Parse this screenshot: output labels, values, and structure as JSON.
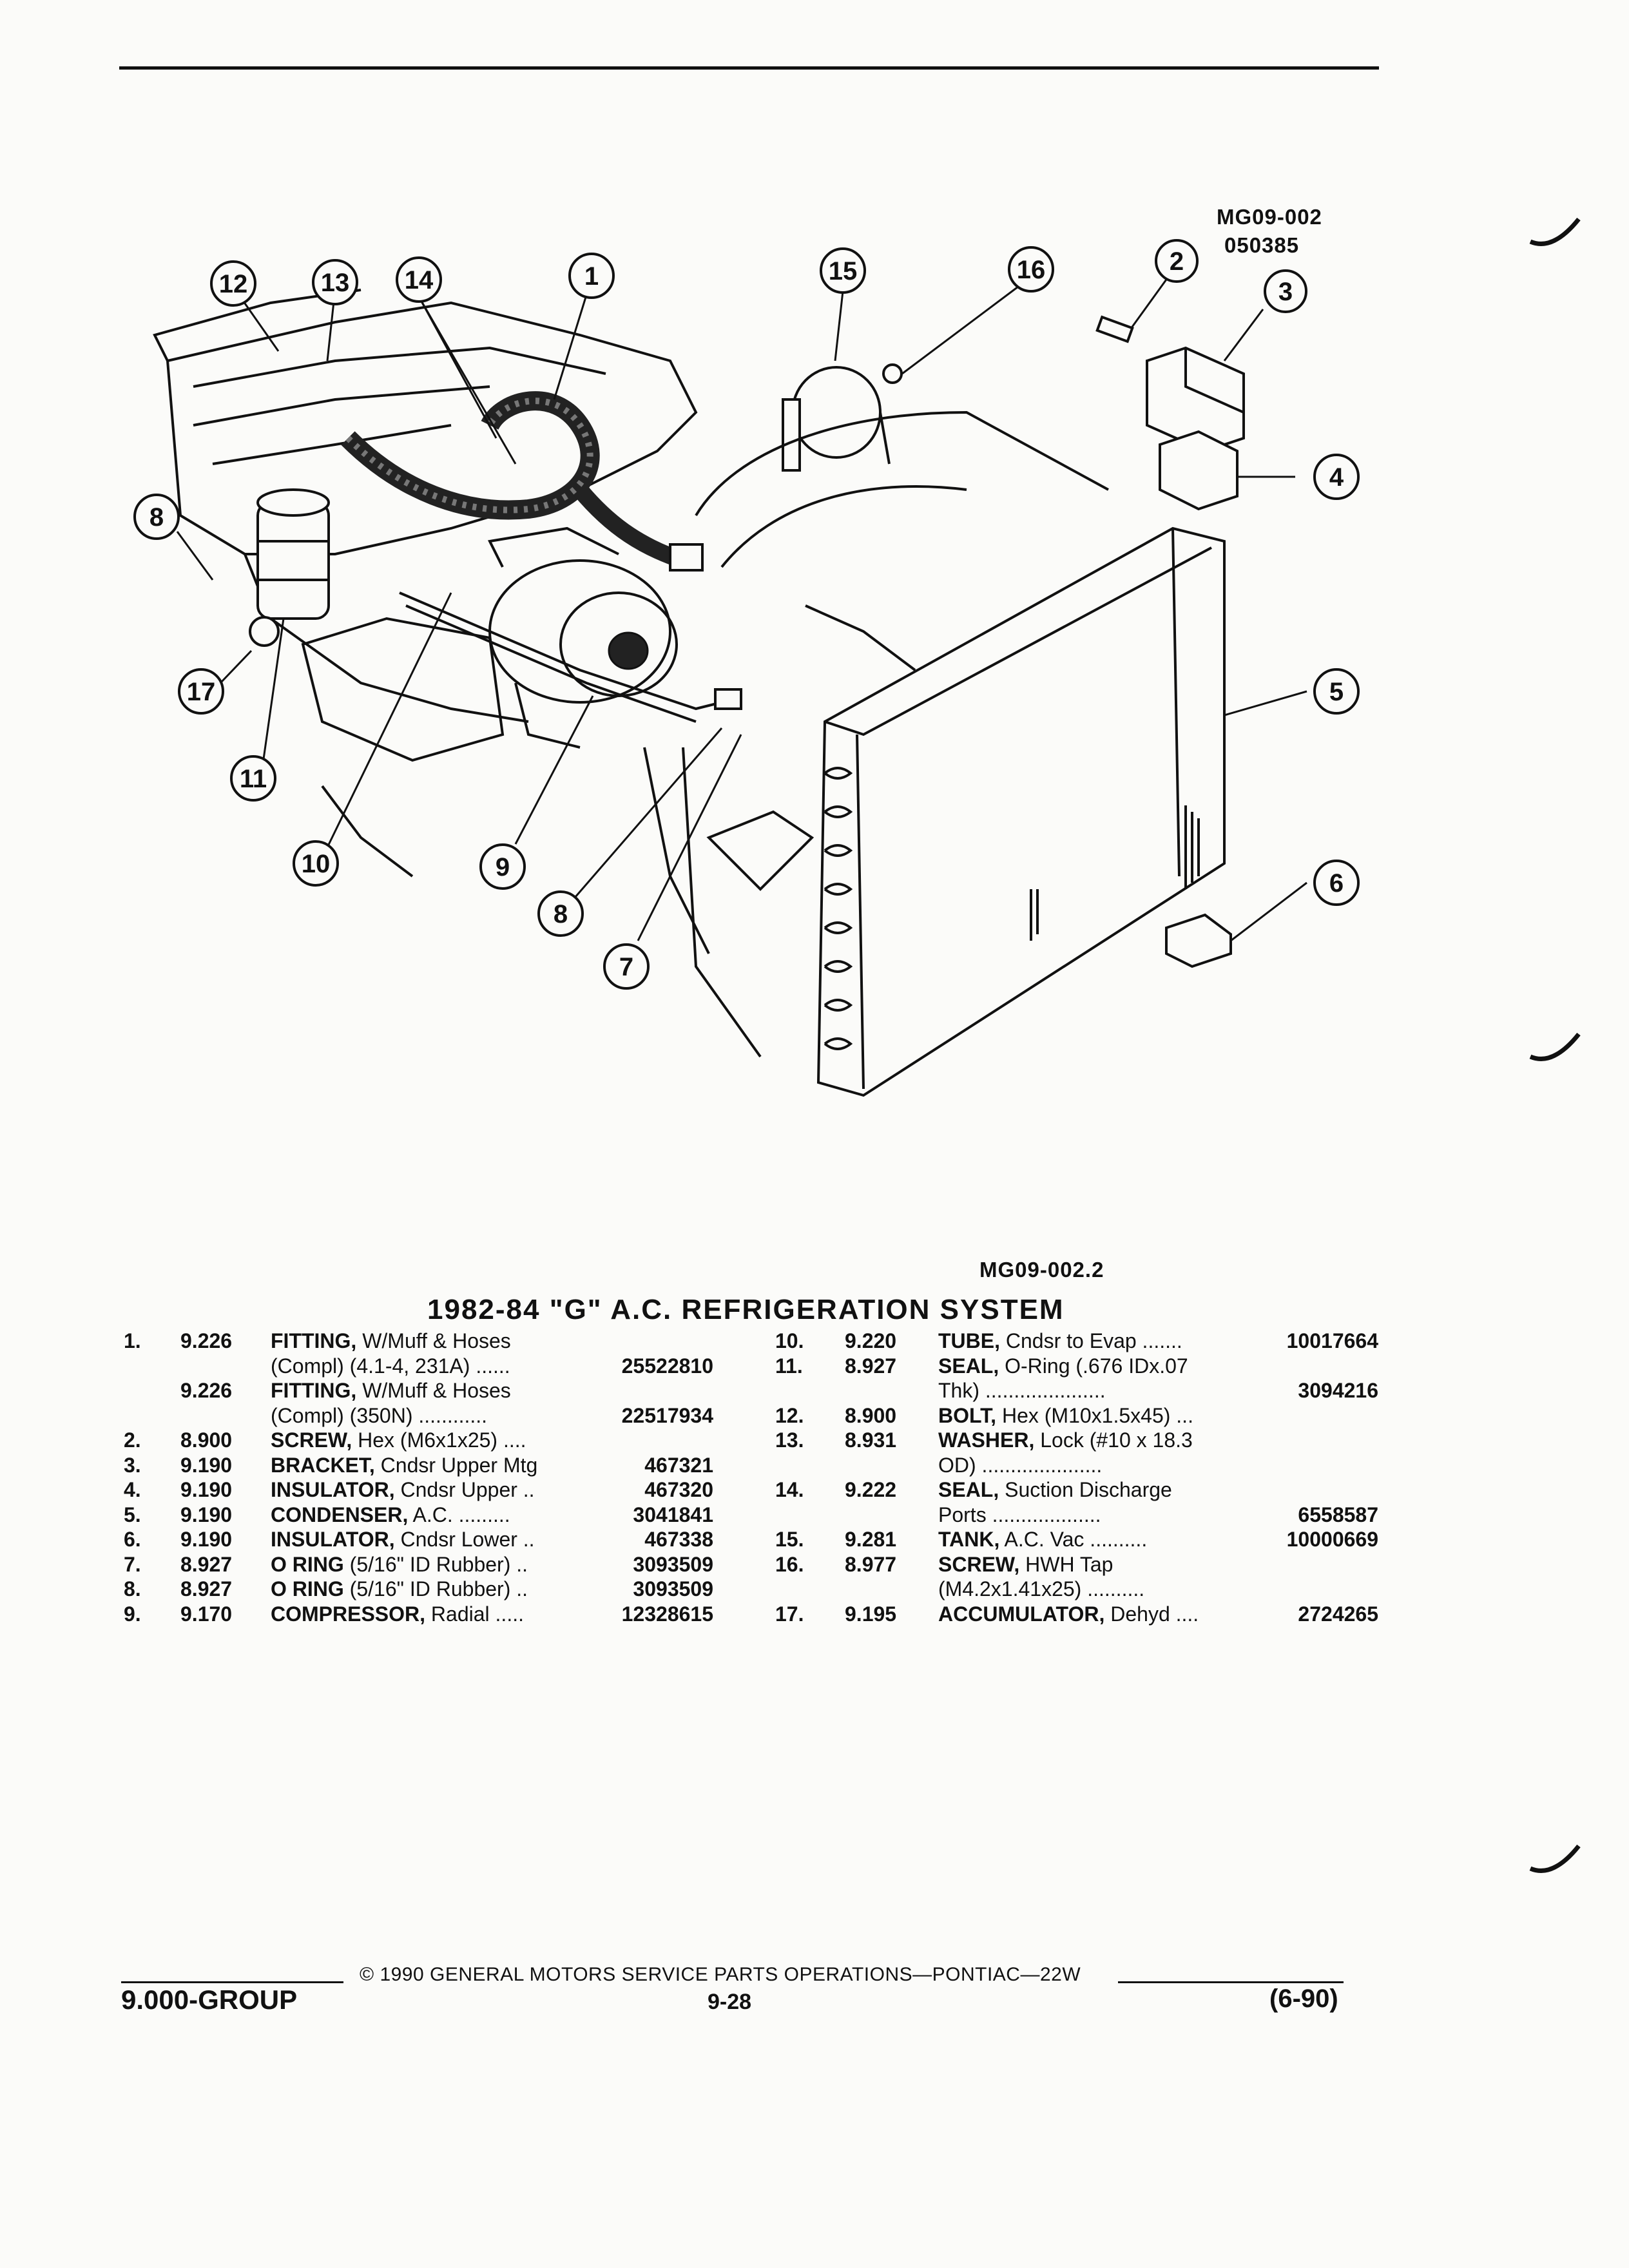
{
  "figure": {
    "id_top": "MG09-002",
    "id_date": "050385",
    "id_bottom": "MG09-002.2",
    "callouts": [
      "1",
      "2",
      "3",
      "4",
      "5",
      "6",
      "7",
      "8",
      "8",
      "9",
      "10",
      "11",
      "12",
      "13",
      "14",
      "15",
      "16",
      "17"
    ]
  },
  "title": "1982-84 \"G\" A.C. REFRIGERATION SYSTEM",
  "parts_left": [
    {
      "num": "1.",
      "code": "9.226",
      "name": "FITTING,",
      "desc": " W/Muff & Hoses",
      "pn": ""
    },
    {
      "num": "",
      "code": "",
      "name": "",
      "desc": "(Compl) (4.1-4, 231A) ......",
      "pn": "25522810"
    },
    {
      "num": "",
      "code": "9.226",
      "name": "FITTING,",
      "desc": " W/Muff & Hoses",
      "pn": ""
    },
    {
      "num": "",
      "code": "",
      "name": "",
      "desc": "(Compl) (350N) ............",
      "pn": "22517934"
    },
    {
      "num": "2.",
      "code": "8.900",
      "name": "SCREW,",
      "desc": " Hex (M6x1x25) ....",
      "pn": ""
    },
    {
      "num": "3.",
      "code": "9.190",
      "name": "BRACKET,",
      "desc": " Cndsr Upper Mtg",
      "pn": "467321"
    },
    {
      "num": "4.",
      "code": "9.190",
      "name": "INSULATOR,",
      "desc": " Cndsr Upper ..",
      "pn": "467320"
    },
    {
      "num": "5.",
      "code": "9.190",
      "name": "CONDENSER,",
      "desc": " A.C. .........",
      "pn": "3041841"
    },
    {
      "num": "6.",
      "code": "9.190",
      "name": "INSULATOR,",
      "desc": " Cndsr Lower ..",
      "pn": "467338"
    },
    {
      "num": "7.",
      "code": "8.927",
      "name": "O RING",
      "desc": " (5/16\" ID Rubber) ..",
      "pn": "3093509"
    },
    {
      "num": "8.",
      "code": "8.927",
      "name": "O RING",
      "desc": " (5/16\" ID Rubber) ..",
      "pn": "3093509"
    },
    {
      "num": "9.",
      "code": "9.170",
      "name": "COMPRESSOR,",
      "desc": " Radial .....",
      "pn": "12328615"
    }
  ],
  "parts_right": [
    {
      "num": "10.",
      "code": "9.220",
      "name": "TUBE,",
      "desc": " Cndsr to Evap .......",
      "pn": "10017664"
    },
    {
      "num": "11.",
      "code": "8.927",
      "name": "SEAL,",
      "desc": " O-Ring (.676 IDx.07",
      "pn": ""
    },
    {
      "num": "",
      "code": "",
      "name": "",
      "desc": "Thk) .....................",
      "pn": "3094216"
    },
    {
      "num": "12.",
      "code": "8.900",
      "name": "BOLT,",
      "desc": " Hex (M10x1.5x45) ...",
      "pn": ""
    },
    {
      "num": "13.",
      "code": "8.931",
      "name": "WASHER,",
      "desc": " Lock (#10 x 18.3",
      "pn": ""
    },
    {
      "num": "",
      "code": "",
      "name": "",
      "desc": "OD) .....................",
      "pn": ""
    },
    {
      "num": "14.",
      "code": "9.222",
      "name": "SEAL,",
      "desc": " Suction Discharge",
      "pn": ""
    },
    {
      "num": "",
      "code": "",
      "name": "",
      "desc": "Ports ...................",
      "pn": "6558587"
    },
    {
      "num": "15.",
      "code": "9.281",
      "name": "TANK,",
      "desc": " A.C. Vac ..........",
      "pn": "10000669"
    },
    {
      "num": "16.",
      "code": "8.977",
      "name": "SCREW,",
      "desc": " HWH Tap",
      "pn": ""
    },
    {
      "num": "",
      "code": "",
      "name": "",
      "desc": "(M4.2x1.41x25) ..........",
      "pn": ""
    },
    {
      "num": "17.",
      "code": "9.195",
      "name": "ACCUMULATOR,",
      "desc": " Dehyd ....",
      "pn": "2724265"
    }
  ],
  "footer": {
    "copyright": "© 1990 GENERAL MOTORS SERVICE PARTS OPERATIONS—PONTIAC—22W",
    "group": "9.000-GROUP",
    "page": "9-28",
    "date": "(6-90)"
  }
}
